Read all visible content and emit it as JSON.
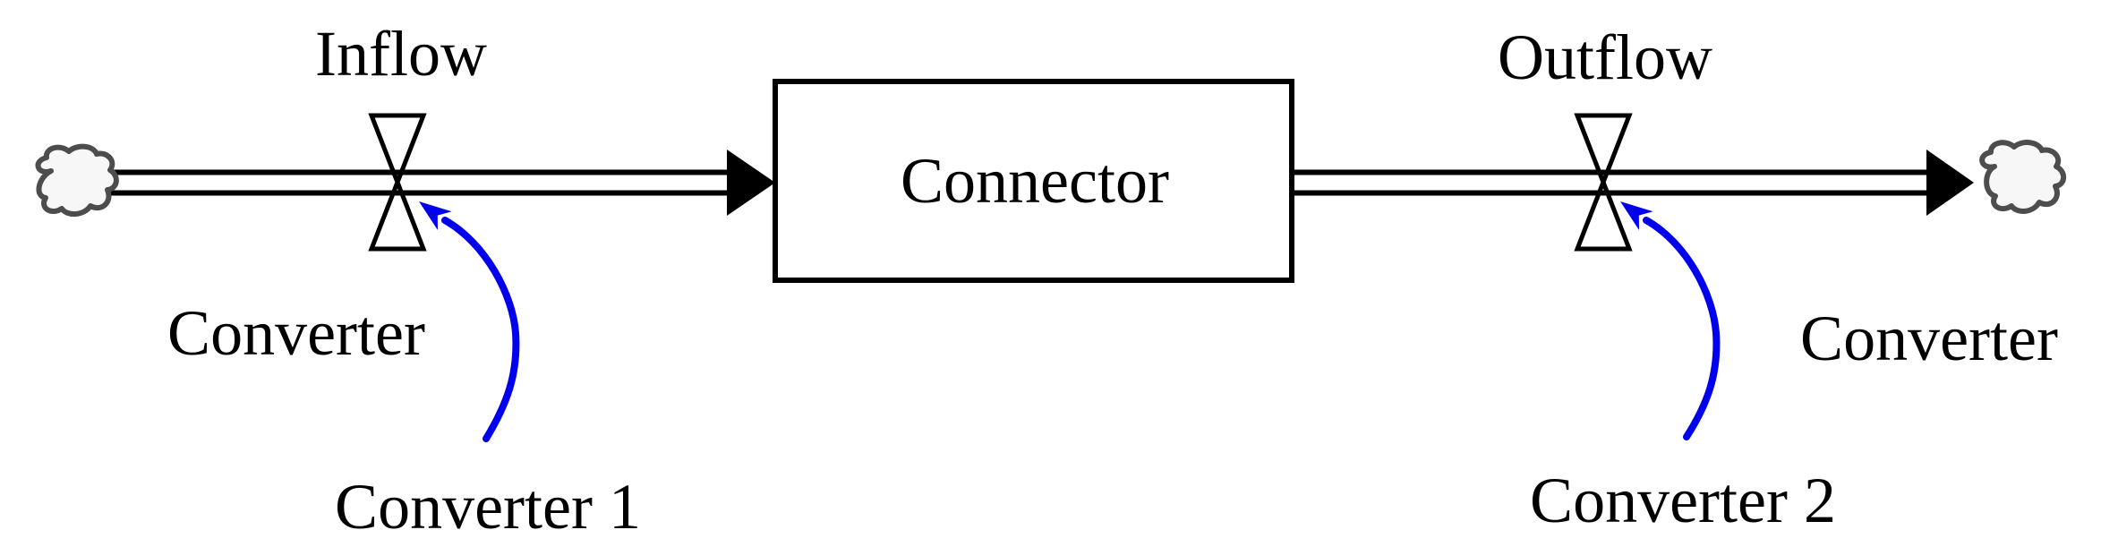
{
  "figure": {
    "type": "stock-and-flow-diagram",
    "background": "#ffffff",
    "colors": {
      "line": "#000000",
      "text": "#000000",
      "annotation_arrow": "#0000ee",
      "cloud_stroke": "#4d4d4d",
      "cloud_fill": "#f7f7f7",
      "shape_fill": "#ffffff"
    },
    "labels": {
      "inflow": "Inflow",
      "outflow": "Outflow",
      "connector": "Connector",
      "converter_left": "Converter",
      "converter_right": "Converter",
      "converter_1": "Converter 1",
      "converter_2": "Converter 2"
    },
    "icons": {
      "source": "cloud-icon",
      "sink": "cloud-icon",
      "inflow_valve": "valve-bowtie-icon",
      "outflow_valve": "valve-bowtie-icon",
      "flow_direction": "filled-arrowhead-icon",
      "annotations": "blue-curved-arrow-icon"
    }
  }
}
